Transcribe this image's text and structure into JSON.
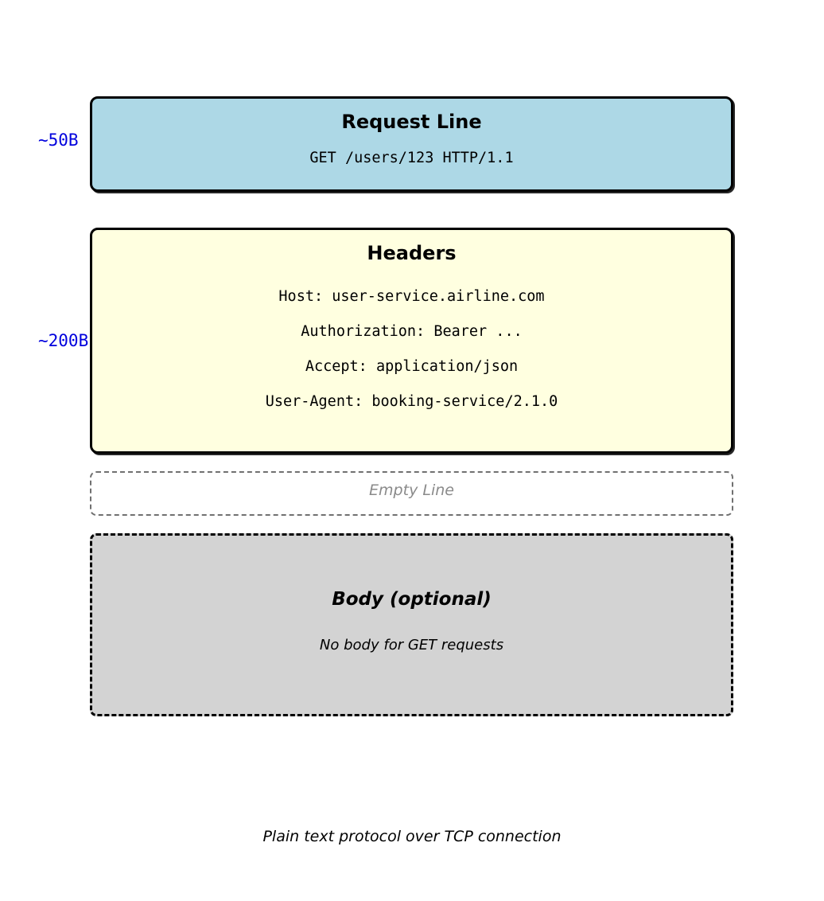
{
  "colors": {
    "request_fill": "#add8e6",
    "headers_fill": "#ffffe0",
    "body_fill": "#d3d3d3",
    "size_label_blue": "#0000dd",
    "border_black": "#000000",
    "empty_line_gray": "#8a8a8a"
  },
  "request_line": {
    "title": "Request Line",
    "content": "GET /users/123 HTTP/1.1",
    "size_label": "~50B"
  },
  "headers": {
    "title": "Headers",
    "size_label": "~200B",
    "lines": [
      "Host: user-service.airline.com",
      "Authorization: Bearer ...",
      "Accept: application/json",
      "User-Agent: booking-service/2.1.0"
    ]
  },
  "empty_line": {
    "label": "Empty Line"
  },
  "body": {
    "title": "Body (optional)",
    "note": "No body for GET requests"
  },
  "caption": "Plain text protocol over TCP connection"
}
